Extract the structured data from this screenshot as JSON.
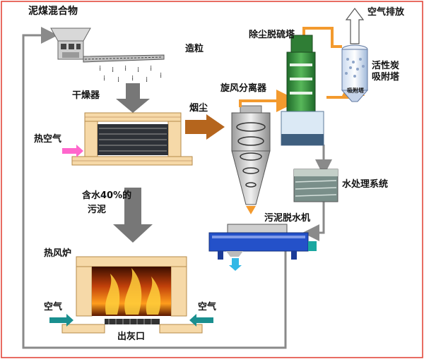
{
  "colors": {
    "border": "#e03c2f",
    "flow_line": "#8a8a8a",
    "orange": "#f39a2e",
    "brown": "#b5651d",
    "gray_arrow": "#777777",
    "brick": "#f6d9a8",
    "pink": "#ff66cc",
    "teal": "#1a8f8f",
    "blue_machine": "#2451c9"
  },
  "labels": {
    "mud_coal_mix": "泥煤混合物",
    "granulation": "造粒",
    "dryer": "干燥器",
    "hot_air": "热空气",
    "smoke_dust": "烟尘",
    "cyclone": "旋风分离器",
    "dust_desulf_tower": "除尘脱硫塔",
    "air_discharge": "空气排放",
    "activated_carbon_tower": "活性炭\n吸附塔",
    "activated_carbon_line1": "活性炭",
    "activated_carbon_line2": "吸附塔",
    "water_treatment": "水处理系统",
    "sludge_water_line1": "含水40%的",
    "sludge_water_line2": "污泥",
    "sludge_dewater": "污泥脱水机",
    "hot_air_furnace": "热风炉",
    "air_left": "空气",
    "air_right": "空气",
    "ash_outlet": "出灰口",
    "adsorption_tag": "吸附塔"
  }
}
